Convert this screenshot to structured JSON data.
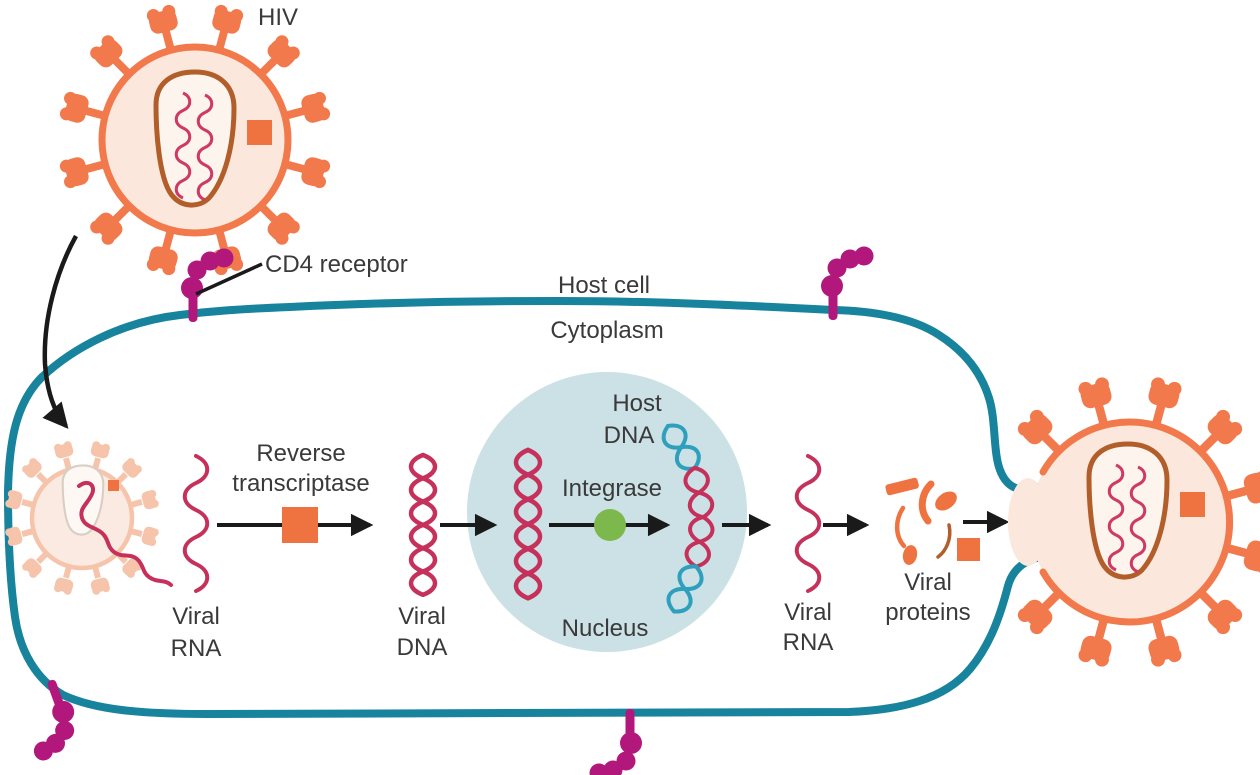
{
  "diagram": {
    "subject": "HIV replication cycle in a host cell",
    "labels": {
      "hiv": "HIV",
      "cd4_receptor": "CD4 receptor",
      "host_cell": "Host cell",
      "cytoplasm": "Cytoplasm",
      "reverse_transcriptase": [
        "Reverse",
        "transcriptase"
      ],
      "viral_rna_1": [
        "Viral",
        "RNA"
      ],
      "viral_dna": [
        "Viral",
        "DNA"
      ],
      "integrase": "Integrase",
      "host_dna": [
        "Host",
        "DNA"
      ],
      "nucleus": "Nucleus",
      "viral_rna_2": [
        "Viral",
        "RNA"
      ],
      "viral_proteins": [
        "Viral",
        "proteins"
      ]
    },
    "colors": {
      "virus_orange": "#F2794B",
      "enzyme_orange": "#EE7340",
      "virion_fill": "#FBE7DB",
      "capsid_brown": "#B25E2B",
      "capsid_fill": "#FEF4EE",
      "rna_red": "#C5315A",
      "membrane_teal": "#17839C",
      "nucleus_blue": "#CBE1E5",
      "integrase_green": "#7CB84B",
      "receptor_magenta": "#B2187C",
      "host_dna_teal": "#2E9FBC",
      "faded_virion": "#F6C3AB",
      "arrow_black": "#1A1A1A",
      "text_gray": "#3A3A3A"
    }
  }
}
